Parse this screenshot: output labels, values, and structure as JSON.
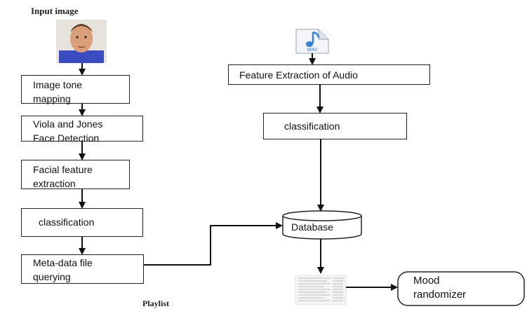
{
  "captions": {
    "input_image": "Input image",
    "playlist": "Playlist"
  },
  "left_flow": {
    "tone_mapping": [
      "Image tone",
      "mapping"
    ],
    "viola_jones": [
      "Viola and Jones",
      "Face Detection"
    ],
    "feature_extraction": [
      "Facial feature",
      "extraction"
    ],
    "classification": "classification",
    "metadata_query": [
      "Meta-data file",
      "querying"
    ]
  },
  "right_flow": {
    "audio_features": "Feature Extraction of Audio",
    "classification": "classification",
    "database": "Database",
    "mood_randomizer": [
      "Mood",
      "randomizer"
    ]
  },
  "wav_icon_label": "WAV",
  "colors": {
    "line": "#111111",
    "box_border": "#222222",
    "wav_note": "#3a7fd5",
    "face_shirt": "#3a4cc0",
    "face_skin": "#d9a07a"
  }
}
